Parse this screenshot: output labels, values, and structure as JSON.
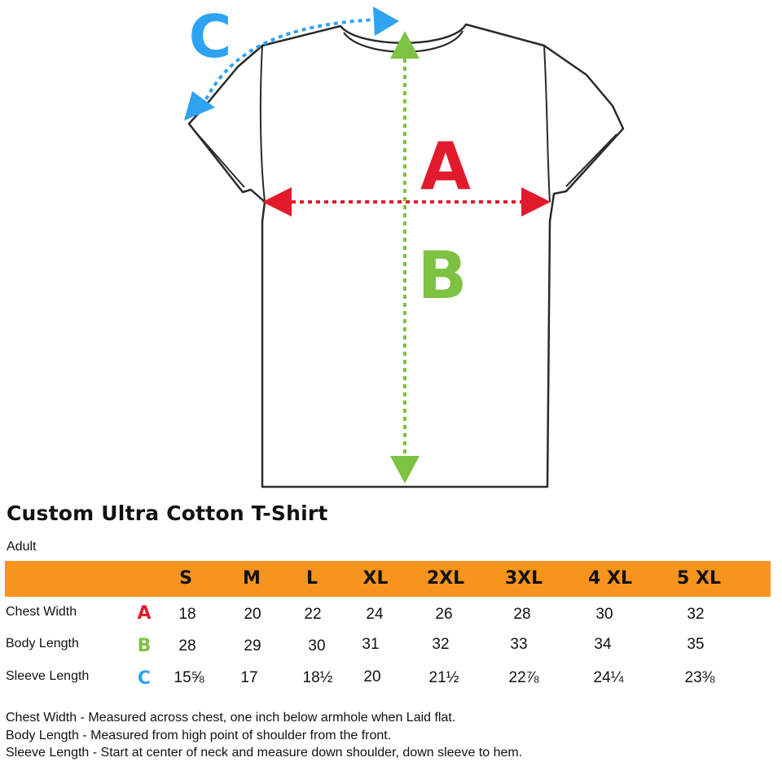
{
  "diagram": {
    "letters": {
      "a": "A",
      "b": "B",
      "c": "C"
    },
    "colors": {
      "a": "#e21b2c",
      "b": "#7dc242",
      "c": "#2ea3f2"
    }
  },
  "chart": {
    "title": "Custom Ultra Cotton T-Shirt",
    "subtitle": "Adult",
    "header_color": "#f7941d",
    "sizes": [
      "S",
      "M",
      "L",
      "XL",
      "2XL",
      "3XL",
      "4 XL",
      "5 XL"
    ],
    "rows": [
      {
        "label": "Chest Width",
        "letter": "A",
        "color": "#e21b2c",
        "values": [
          "18",
          "20",
          "22",
          "24",
          "26",
          "28",
          "30",
          "32"
        ]
      },
      {
        "label": "Body Length",
        "letter": "B",
        "color": "#7dc242",
        "values": [
          "28",
          "29",
          "30",
          "31",
          "32",
          "33",
          "34",
          "35"
        ]
      },
      {
        "label": "Sleeve Length",
        "letter": "C",
        "color": "#2ea3f2",
        "values": [
          "15⅝",
          "17",
          "18½",
          "20",
          "21½",
          "22⅞",
          "24¼",
          "23⅜"
        ]
      }
    ]
  },
  "notes": [
    "Chest Width - Measured across chest, one inch below armhole  when Laid flat.",
    "Body Length - Measured from high point of shoulder from the front.",
    "Sleeve Length - Start  at center of neck and measure down shoulder, down sleeve to hem."
  ]
}
